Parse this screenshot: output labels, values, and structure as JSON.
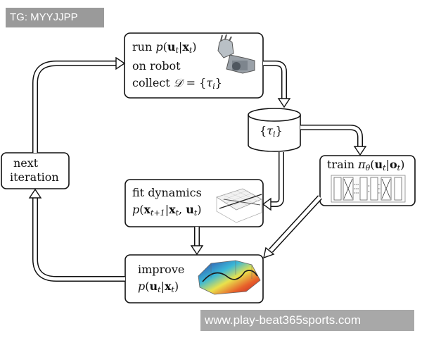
{
  "watermark_top": "TG: MYYJJPP",
  "watermark_bottom": "www.play-beat365sports.com",
  "run_box": {
    "line1_word": "run",
    "line2": "on robot",
    "line3_word": "collect"
  },
  "data_box": {
    "label": "{τ_i}"
  },
  "train_box": {
    "word": "train"
  },
  "dynamics_box": {
    "line1": "fit dynamics"
  },
  "improve_box": {
    "line1": "improve"
  },
  "next_box": {
    "line1": "next",
    "line2": "iteration"
  }
}
